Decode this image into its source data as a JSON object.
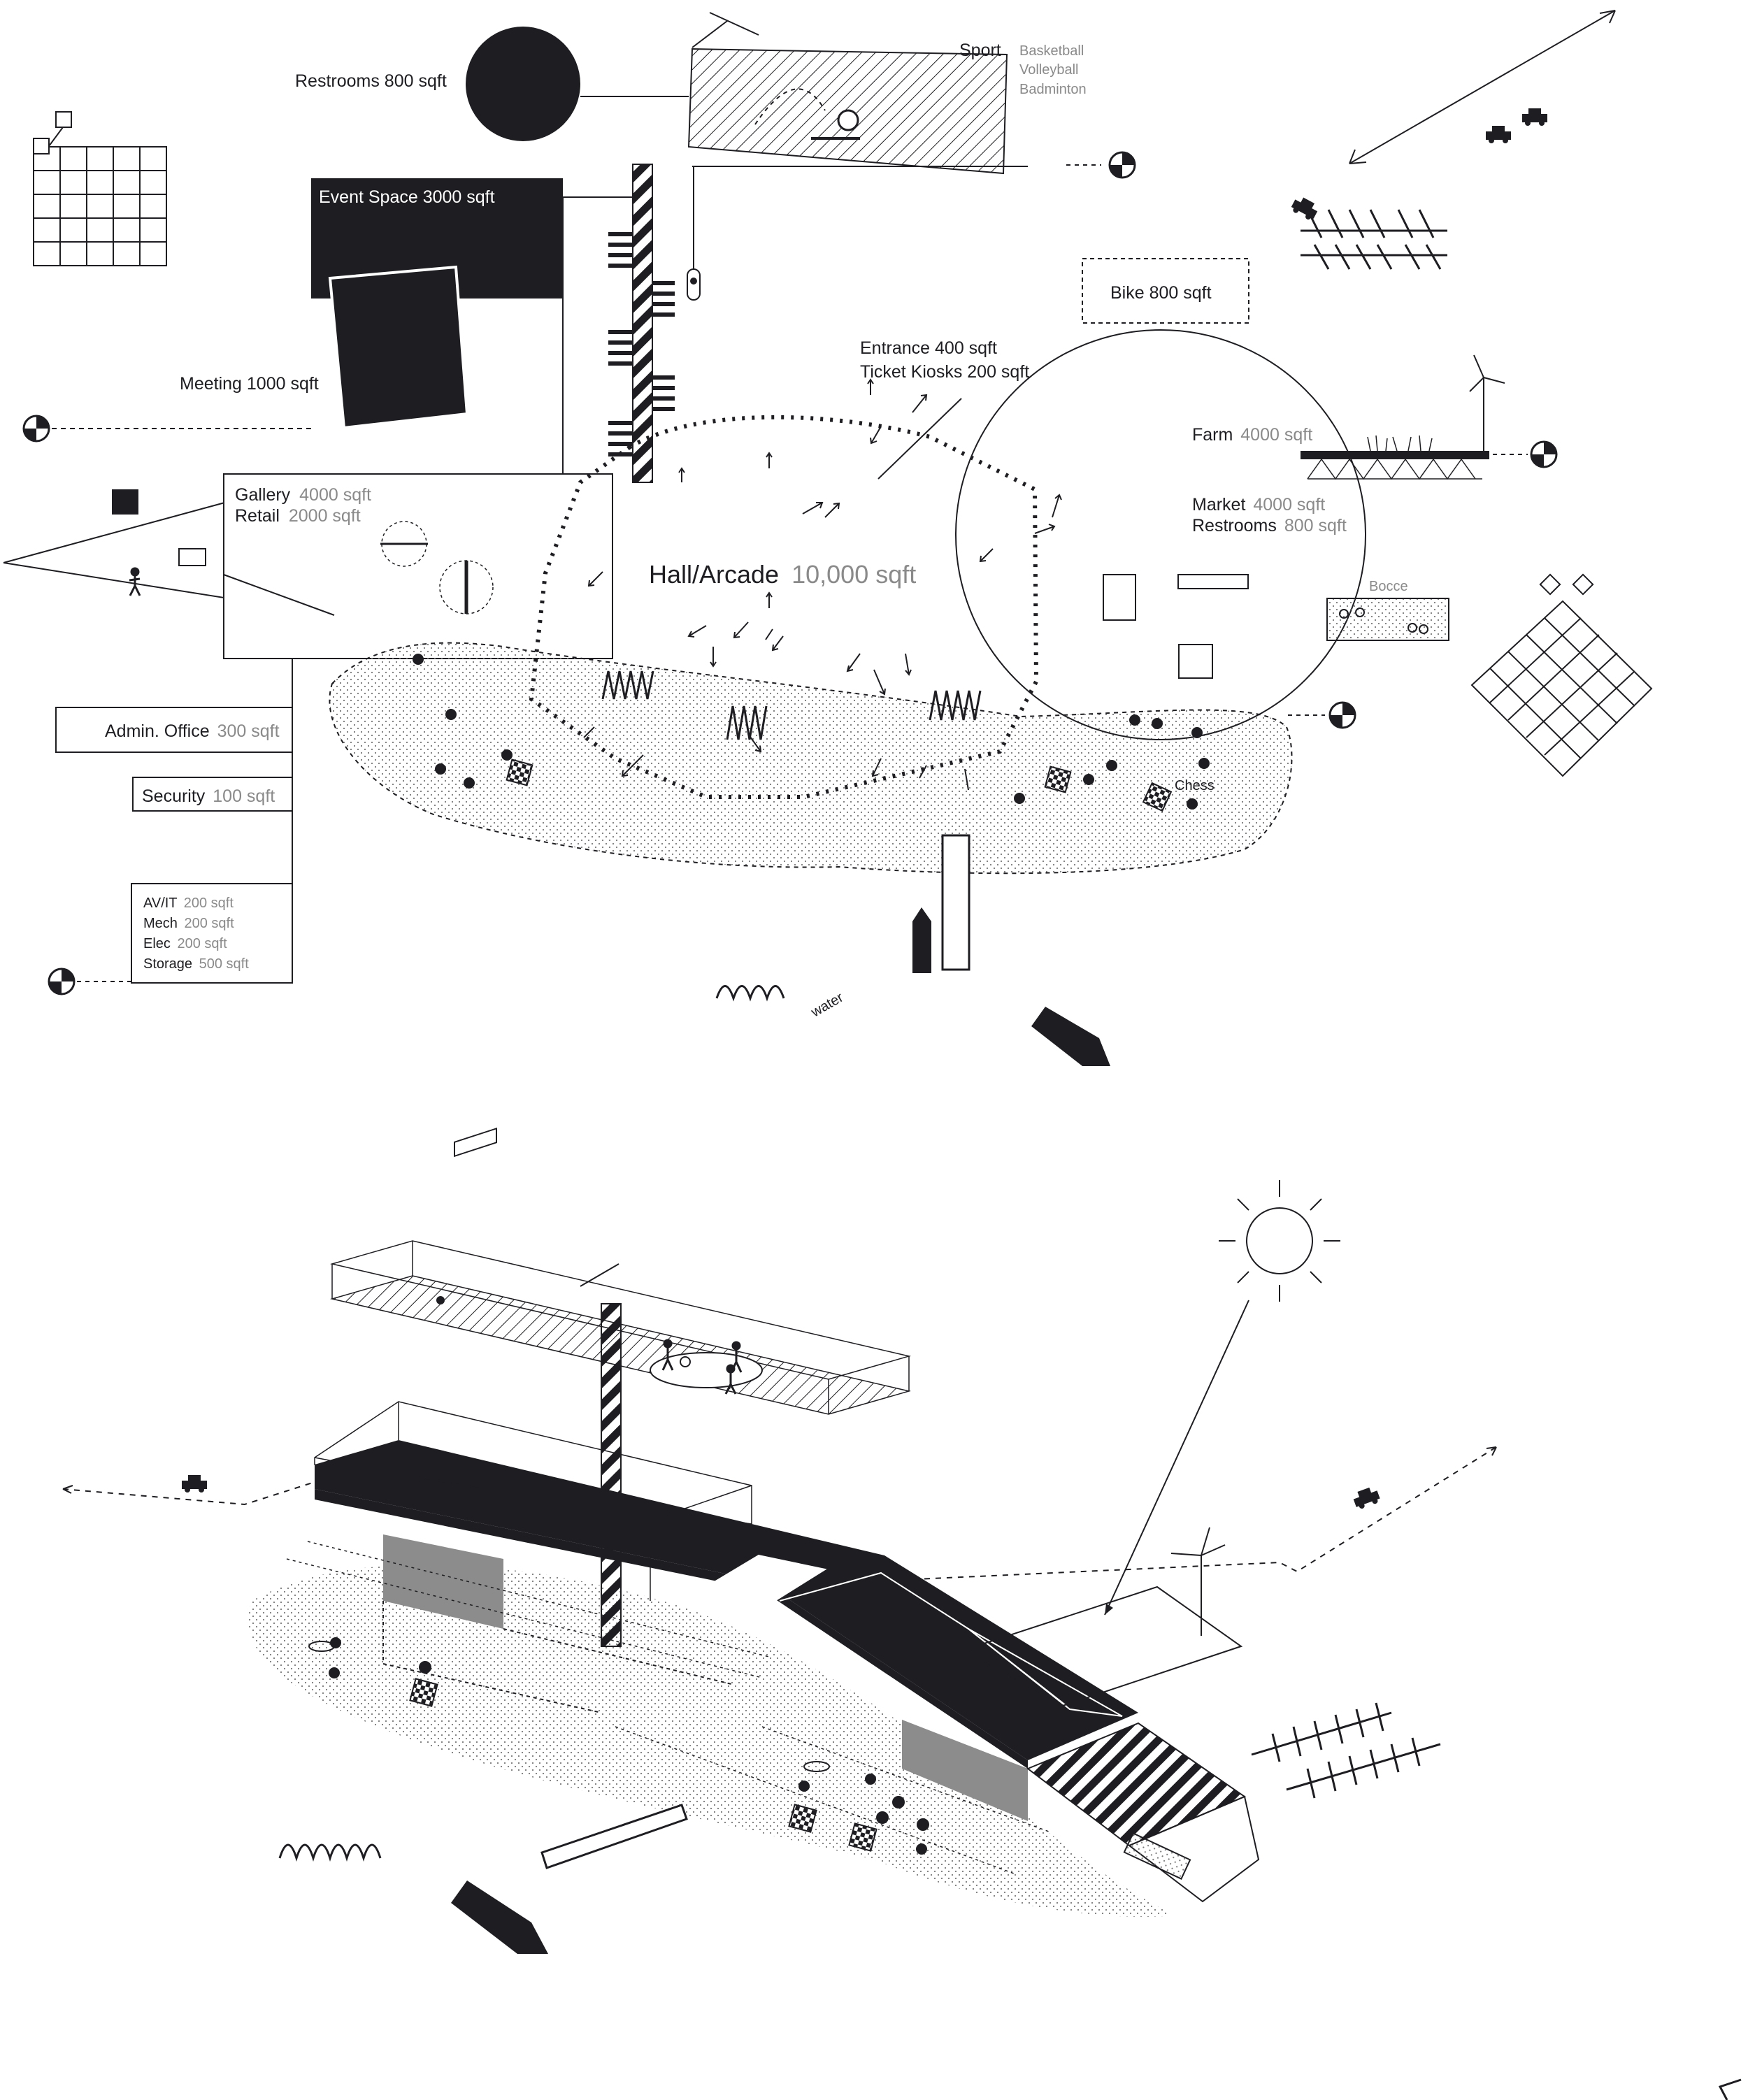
{
  "plan": {
    "restrooms_top": "Restrooms 800 sqft",
    "event_space": "Event Space 3000 sqft",
    "meeting": "Meeting 1000 sqft",
    "sport": {
      "title": "Sport",
      "items": [
        "Basketball",
        "Volleyball",
        "Badminton"
      ]
    },
    "bike": "Bike 800 sqft",
    "entrance": "Entrance 400 sqft",
    "ticket_kiosks": "Ticket Kiosks 200 sqft",
    "farm": {
      "name": "Farm",
      "area": "4000 sqft"
    },
    "market": {
      "name": "Market",
      "area": "4000 sqft"
    },
    "market_restrooms": {
      "name": "Restrooms",
      "area": "800 sqft"
    },
    "gallery": {
      "name": "Gallery",
      "area": "4000 sqft"
    },
    "retail": {
      "name": "Retail",
      "area": "2000 sqft"
    },
    "hall": {
      "name": "Hall/Arcade",
      "area": "10,000 sqft"
    },
    "bocce": "Bocce",
    "chess": "Chess",
    "admin": {
      "name": "Admin. Office",
      "area": "300 sqft"
    },
    "security": {
      "name": "Security",
      "area": "100 sqft"
    },
    "services": [
      {
        "name": "AV/IT",
        "area": "200 sqft"
      },
      {
        "name": "Mech",
        "area": "200 sqft"
      },
      {
        "name": "Elec",
        "area": "200 sqft"
      },
      {
        "name": "Storage",
        "area": "500 sqft"
      }
    ],
    "water": "water"
  },
  "colors": {
    "ink": "#1e1e22",
    "grey_text": "#8a8a8a",
    "shade": "#8c8c8c",
    "paper": "#ffffff"
  },
  "icons": [
    "survey-marker-icon",
    "car-icon",
    "pedestrian-icon",
    "wind-turbine-icon",
    "sun-icon",
    "north-arrow-icon",
    "chess-board-icon",
    "water-wave-icon"
  ]
}
